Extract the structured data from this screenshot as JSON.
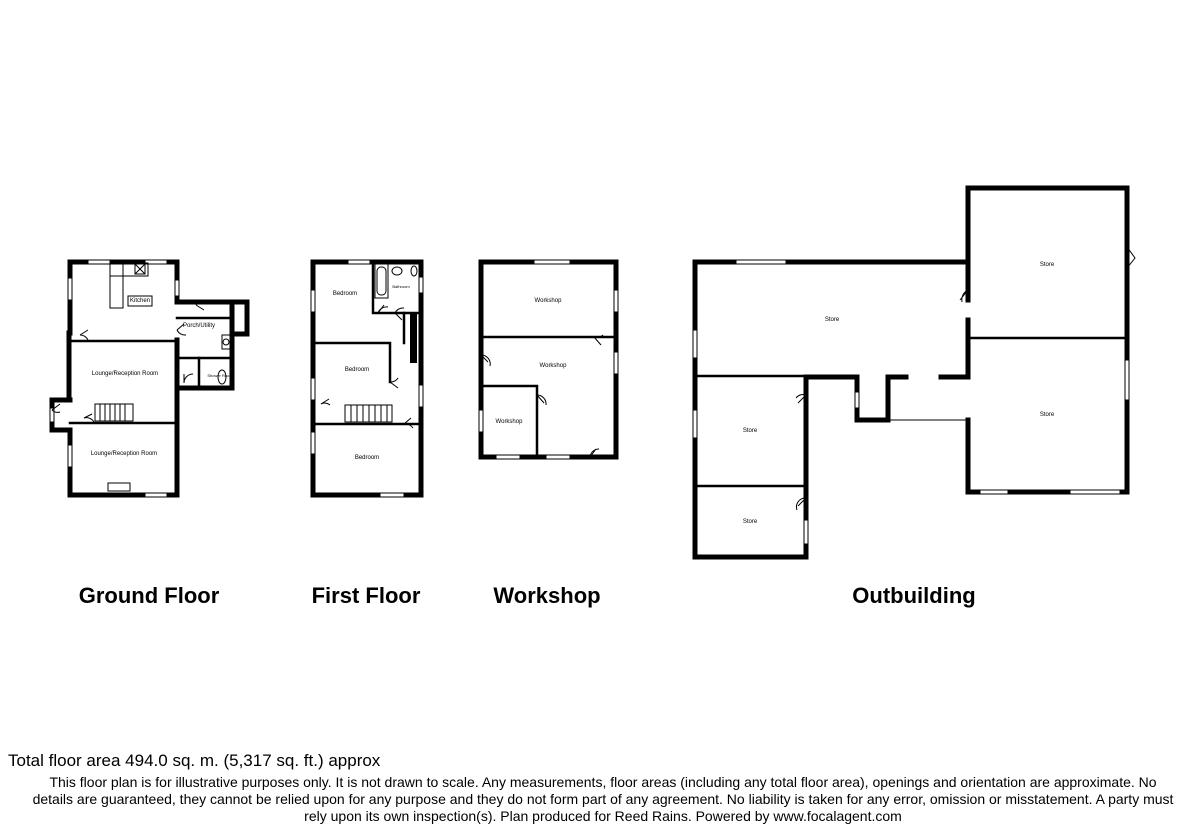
{
  "floors": [
    {
      "title": "Ground Floor",
      "rooms": [
        "Kitchen",
        "Porch/Utility",
        "Lounge/Reception Room",
        "Shower Room",
        "Lounge/Reception Room"
      ]
    },
    {
      "title": "First Floor",
      "rooms": [
        "Bedroom",
        "Bathroom",
        "Bedroom",
        "Bedroom"
      ]
    },
    {
      "title": "Workshop",
      "rooms": [
        "Workshop",
        "Workshop",
        "Workshop"
      ]
    },
    {
      "title": "Outbuilding",
      "rooms": [
        "Store",
        "Store",
        "Store",
        "Store",
        "Store"
      ]
    }
  ],
  "footer": {
    "total_area": "Total floor area 494.0 sq. m. (5,317 sq. ft.) approx",
    "disclaimer": "This floor plan is for illustrative purposes only. It is not drawn to scale. Any measurements, floor areas (including any total floor area), openings and orientation are approximate. No details are guaranteed, they cannot be relied upon for any purpose and they do not form part of any agreement. No liability is taken for any error, omission or misstatement. A party must rely upon its own inspection(s). Plan produced for Reed Rains. Powered by www.focalagent.com"
  }
}
